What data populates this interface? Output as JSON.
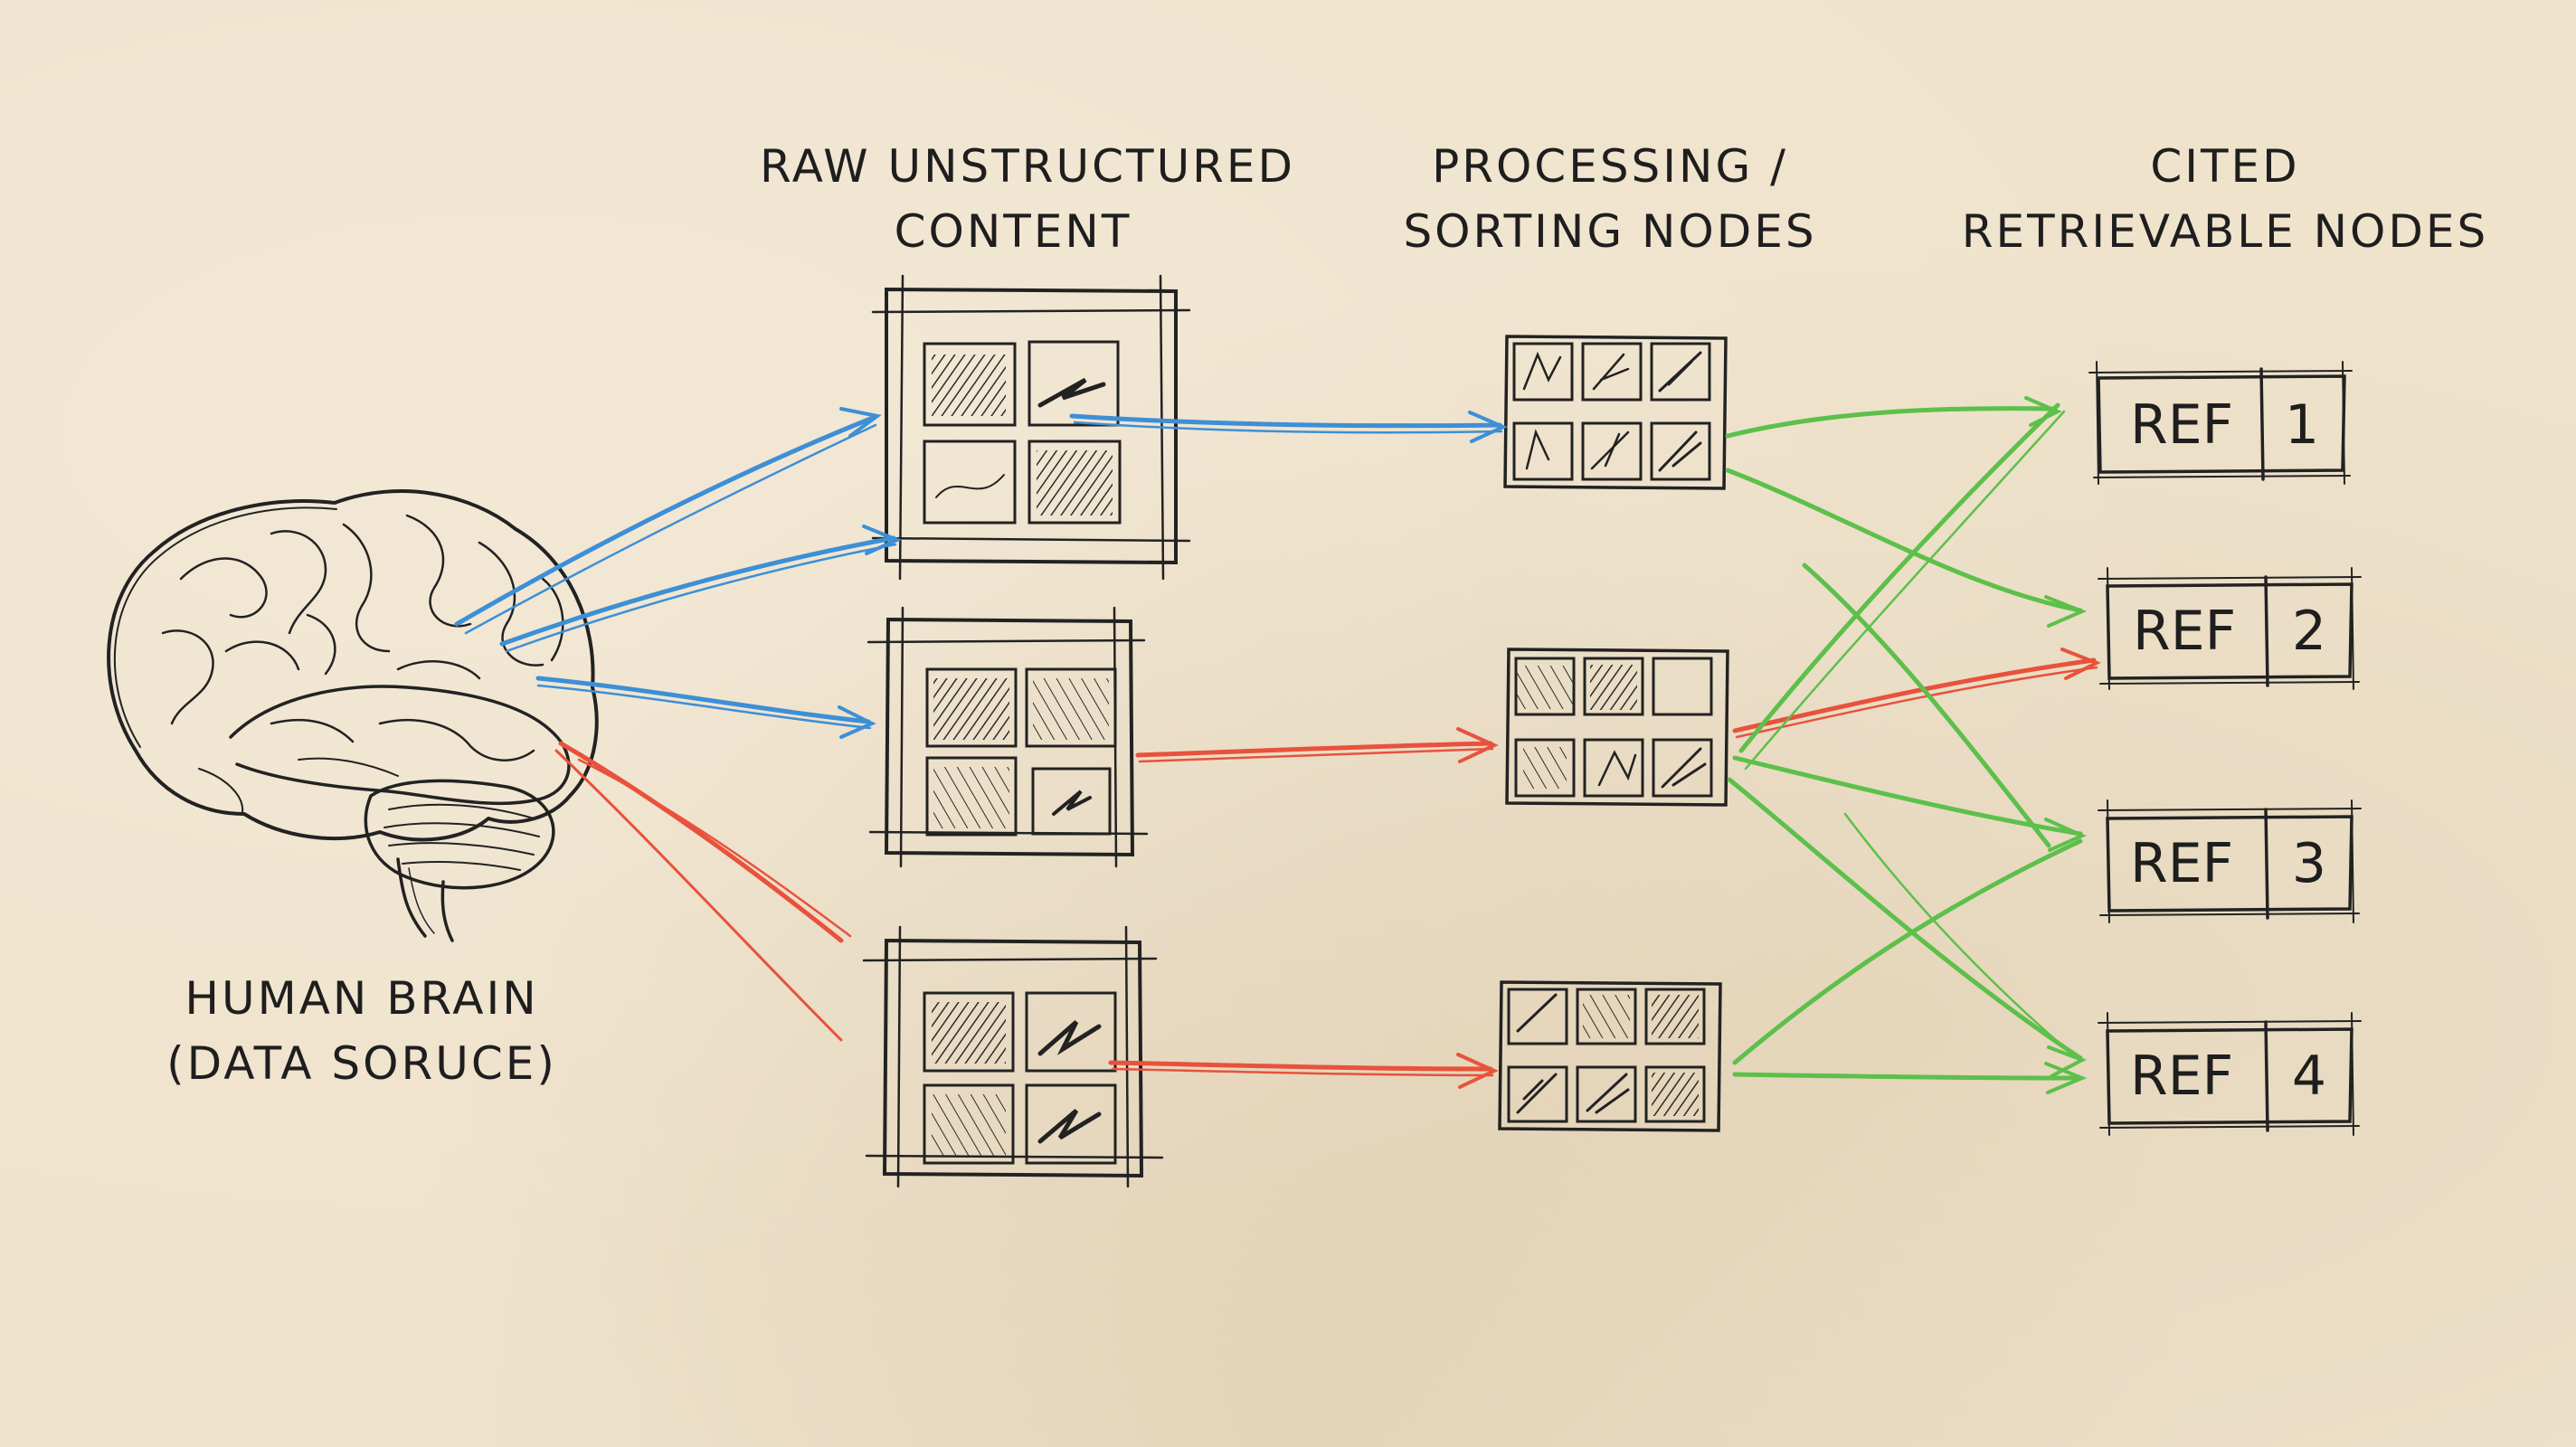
{
  "labels": {
    "brain": [
      "HUMAN BRAIN",
      "(DATA SORUCE)"
    ],
    "raw": [
      "RAW UNSTRUCTURED",
      "CONTENT"
    ],
    "processing": [
      "PROCESSING /",
      "SORTING NODES"
    ],
    "cited": [
      "CITED",
      "RETRIEVABLE NODES"
    ]
  },
  "refs": [
    {
      "label": "REF",
      "number": "1"
    },
    {
      "label": "REF",
      "number": "2"
    },
    {
      "label": "REF",
      "number": "3"
    },
    {
      "label": "REF",
      "number": "4"
    }
  ],
  "colors": {
    "ink": "#1e1e1e",
    "blue": "#3d8fd6",
    "red": "#e8523c",
    "green": "#5cc04a",
    "paper": "#efe3cc"
  }
}
